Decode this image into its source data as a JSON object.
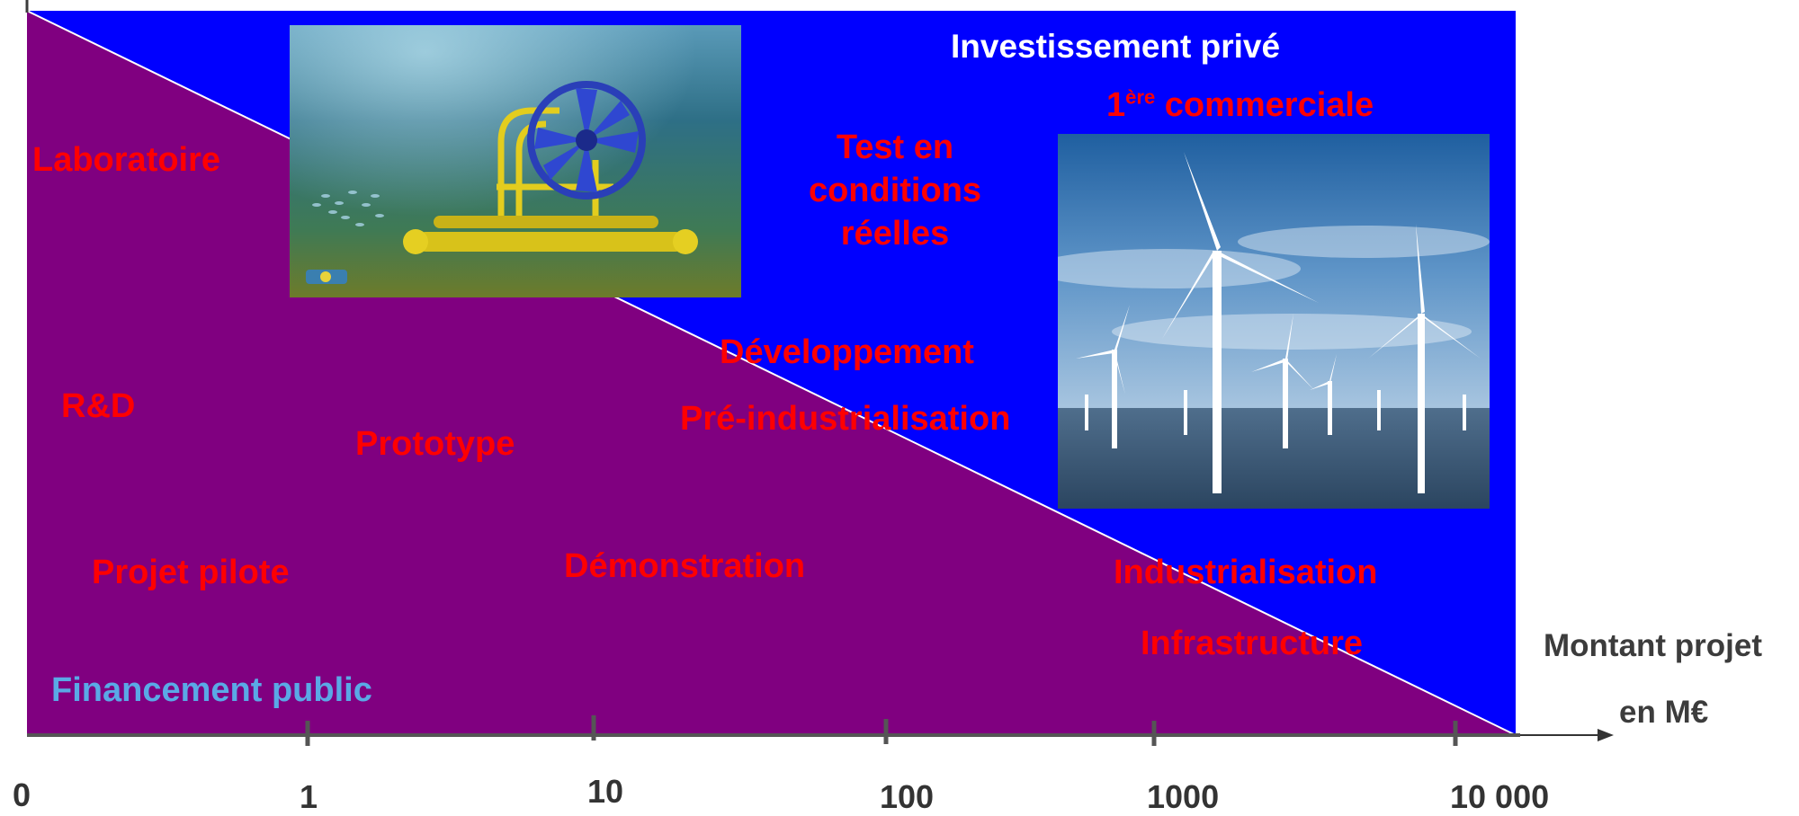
{
  "colors": {
    "public_region": "#800080",
    "private_region": "#0000ff",
    "stage_label": "#ff0000",
    "public_label": "#5aa9e6",
    "private_label": "#ffffff",
    "axis": "#3c3c3c"
  },
  "regions": {
    "private": "Investissement privé",
    "public": "Financement public"
  },
  "stages": {
    "laboratoire": "Laboratoire",
    "rd": "R&D",
    "prototype": "Prototype",
    "projet_pilote": "Projet pilote",
    "demonstration": "Démonstration",
    "test_line1": "Test en",
    "test_line2": "conditions",
    "test_line3": "réelles",
    "developpement": "Développement",
    "pre_industrialisation": "Pré-industrialisation",
    "premiere_num": "1",
    "premiere_sup": "ère",
    "premiere_rest": " commerciale",
    "industrialisation": "Industrialisation",
    "infrastructure": "Infrastructure"
  },
  "axis": {
    "title_line1": "Montant projet",
    "title_line2": "en M€",
    "ticks": [
      "0",
      "1",
      "10",
      "100",
      "1000",
      "10 000"
    ]
  },
  "images": {
    "left": "tidal-turbine-photo",
    "right": "offshore-wind-farm-photo"
  }
}
